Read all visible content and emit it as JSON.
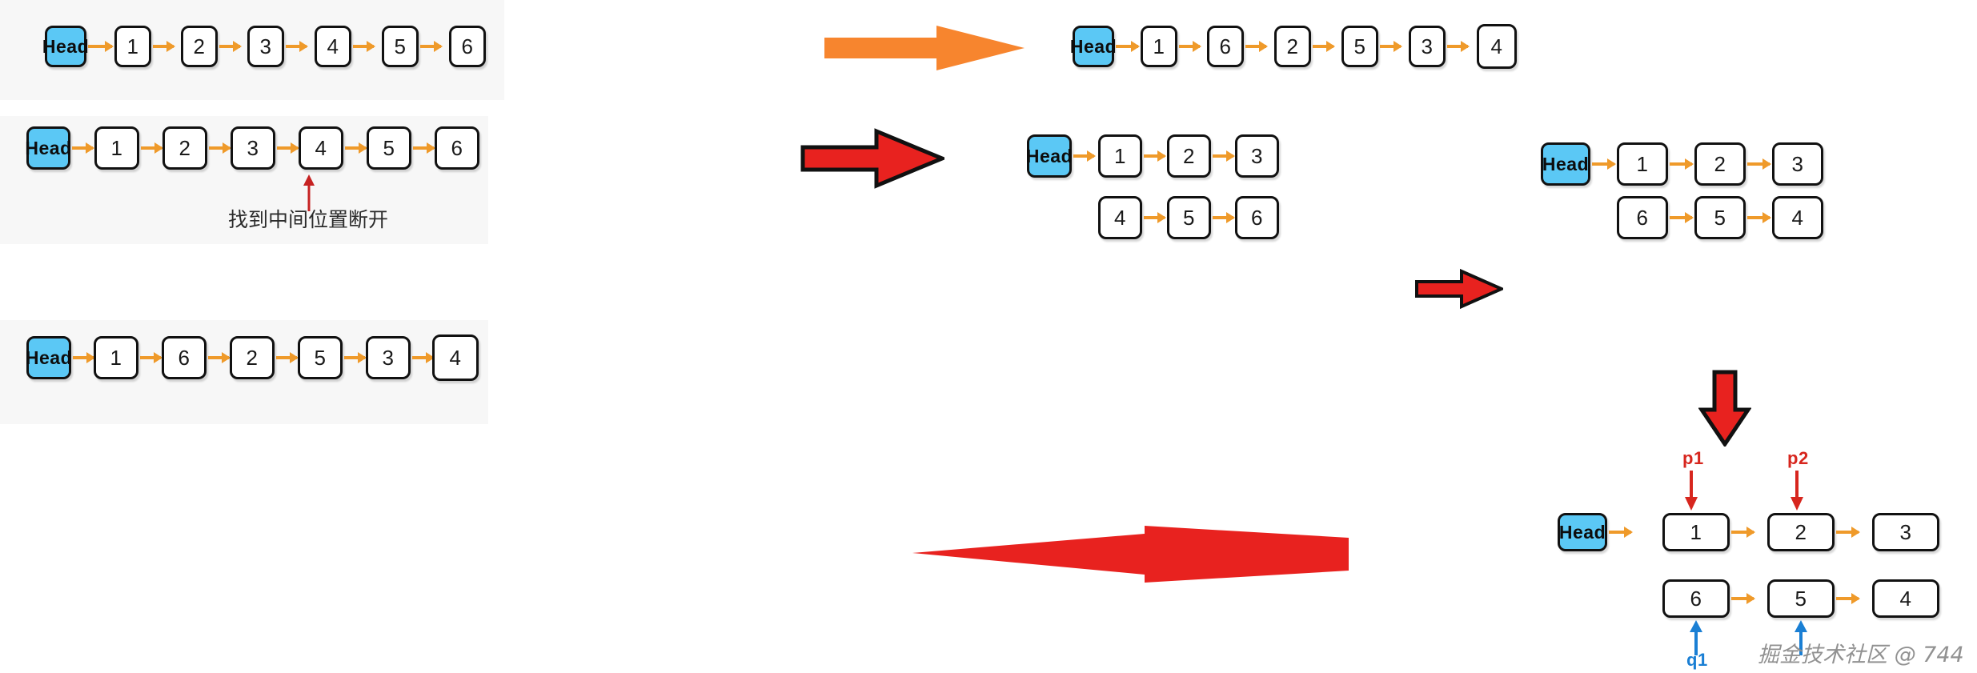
{
  "colors": {
    "head_fill": "#5bc8f5",
    "node_border": "#111111",
    "link_arrow": "#ef9a2a",
    "big_arrow_orange": "#f7852e",
    "big_arrow_red": "#e8221f",
    "pointer_red": "#d7261e",
    "pointer_blue": "#1a7fd4",
    "panel_bg": "#f4f4f4",
    "watermark": "#8c8c8c"
  },
  "labels": {
    "head": "Head",
    "p1": "p1",
    "p2": "p2",
    "q1": "q1"
  },
  "captions": {
    "split_note": "找到中间位置断开"
  },
  "watermark": {
    "text": "掘金技术社区 @ 744"
  },
  "diagram": {
    "title": "Linked list reorder via split, reverse and merge",
    "rows": [
      {
        "id": "row1",
        "lists": [
          {
            "id": "row1-original",
            "head": "Head",
            "values": [
              "1",
              "2",
              "3",
              "4",
              "5",
              "6"
            ]
          },
          {
            "id": "row1-result",
            "head": "Head",
            "values": [
              "1",
              "6",
              "2",
              "5",
              "3",
              "4"
            ]
          }
        ],
        "arrows": [
          {
            "id": "row1-transform-arrow",
            "direction": "right",
            "color": "#f7852e"
          }
        ]
      },
      {
        "id": "row2",
        "lists": [
          {
            "id": "row2-original",
            "head": "Head",
            "values": [
              "1",
              "2",
              "3",
              "4",
              "5",
              "6"
            ]
          },
          {
            "id": "row2-split-top",
            "head": "Head",
            "values": [
              "1",
              "2",
              "3"
            ]
          },
          {
            "id": "row2-split-bottom",
            "head": null,
            "values": [
              "4",
              "5",
              "6"
            ]
          },
          {
            "id": "row2-reversed-top",
            "head": "Head",
            "values": [
              "1",
              "2",
              "3"
            ]
          },
          {
            "id": "row2-reversed-bottom",
            "head": null,
            "values": [
              "6",
              "5",
              "4"
            ]
          }
        ],
        "arrows": [
          {
            "id": "row2-split-arrow",
            "direction": "right",
            "color": "#e8221f"
          },
          {
            "id": "row2-reverse-arrow",
            "direction": "right",
            "color": "#e8221f"
          },
          {
            "id": "row2-down-arrow",
            "direction": "down",
            "color": "#e8221f"
          }
        ],
        "annotation": {
          "id": "split-point-marker",
          "target_index": 3,
          "text": "找到中间位置断开",
          "color": "#c62222"
        }
      },
      {
        "id": "row3",
        "lists": [
          {
            "id": "row3-merged",
            "head": "Head",
            "values": [
              "1",
              "6",
              "2",
              "5",
              "3",
              "4"
            ]
          },
          {
            "id": "row3-pointers-top",
            "head": "Head",
            "values": [
              "1",
              "2",
              "3"
            ]
          },
          {
            "id": "row3-pointers-bottom",
            "head": null,
            "values": [
              "6",
              "5",
              "4"
            ]
          }
        ],
        "arrows": [
          {
            "id": "row3-merge-arrow",
            "direction": "left",
            "color": "#e8221f"
          }
        ],
        "pointers": [
          {
            "id": "pointer-p1",
            "label": "p1",
            "color": "#d7261e",
            "direction": "down",
            "target": "1"
          },
          {
            "id": "pointer-p2",
            "label": "p2",
            "color": "#d7261e",
            "direction": "down",
            "target": "2"
          },
          {
            "id": "pointer-q1",
            "label": "q1",
            "color": "#1a7fd4",
            "direction": "up",
            "target": "6"
          },
          {
            "id": "pointer-q2",
            "label": "",
            "color": "#1a7fd4",
            "direction": "up",
            "target": "5"
          }
        ]
      }
    ]
  }
}
